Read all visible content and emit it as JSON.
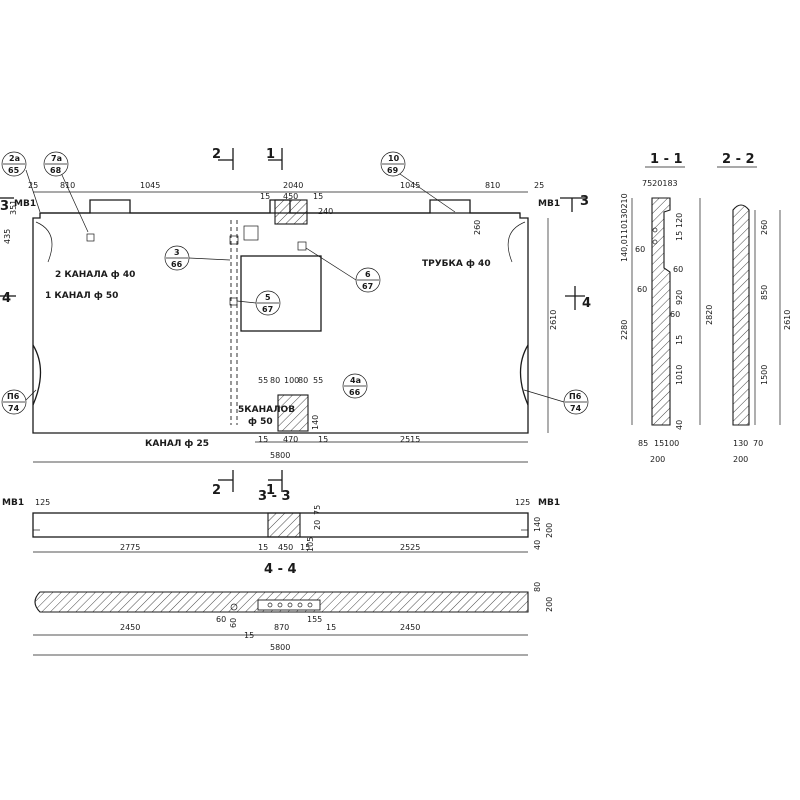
{
  "colors": {
    "ink": "#1a1a1a",
    "paper": "#ffffff"
  },
  "main_view": {
    "top_dims": [
      "25",
      "810",
      "1045",
      "2040",
      "1045",
      "810",
      "25"
    ],
    "inner_top": {
      "d1": "15",
      "d2": "450",
      "d3": "15",
      "d4": "240"
    },
    "left_stack": {
      "d1": "435",
      "d2": "351"
    },
    "right_height": "2610",
    "d_260": "260",
    "bottom_dims": [
      "15",
      "470",
      "15",
      "2515"
    ],
    "total_width": "5800",
    "channel_dims": {
      "d1": "55",
      "d2": "80",
      "d3": "100",
      "d4": "80",
      "d5": "55",
      "d6": "140"
    },
    "labels": {
      "kanal40": "2 КАНАЛА ф 40",
      "kanal50": "1 КАНАЛ ф 50",
      "trubka40": "ТРУБКА ф 40",
      "kanaloa": "5КАНАЛОВ",
      "kanaloa_phi": "ф 50",
      "kanal25": "КАНАЛ ф 25",
      "mb1_right": "МВ1",
      "mb1_left": "МВ1"
    },
    "bubbles": [
      {
        "top": "2а",
        "bottom": "65"
      },
      {
        "top": "7а",
        "bottom": "68"
      },
      {
        "top": "10",
        "bottom": "69"
      },
      {
        "top": "3",
        "bottom": "66"
      },
      {
        "top": "6",
        "bottom": "67"
      },
      {
        "top": "5",
        "bottom": "67"
      },
      {
        "top": "4а",
        "bottom": "66"
      },
      {
        "top": "П6",
        "bottom": "74"
      },
      {
        "top": "П6",
        "bottom": "74"
      }
    ],
    "cut_marks": {
      "c1": "1",
      "c2": "2",
      "c3": "3",
      "c4": "4"
    }
  },
  "section_1_1": {
    "title": "1 - 1",
    "top_dims": "7520183",
    "left_small": "140,0110130210",
    "inner_dims": [
      "60",
      "15",
      "120",
      "60",
      "60",
      "920",
      "60",
      "15",
      "1010",
      "40"
    ],
    "left_total": "2280",
    "right_total": "2820",
    "bottom": [
      "85",
      "15",
      "100"
    ],
    "width": "200"
  },
  "section_2_2": {
    "title": "2 - 2",
    "right_dims": [
      "260",
      "850",
      "1500"
    ],
    "total": "2610",
    "bottom": [
      "130",
      "70"
    ],
    "width": "200"
  },
  "section_3_3": {
    "title": "3 - 3",
    "mb1_left": "МВ1",
    "mb1_right": "МВ1",
    "d125_left": "125",
    "d125_right": "125",
    "dims": [
      "2775",
      "15",
      "450",
      "15",
      "2525"
    ],
    "right_h": [
      "140",
      "200",
      "40"
    ],
    "inner": [
      "75",
      "20",
      "105"
    ]
  },
  "section_4_4": {
    "title": "4 - 4",
    "dims": [
      "2450",
      "60",
      "15",
      "60",
      "870",
      "155",
      "15",
      "2450"
    ],
    "total": "5800",
    "right_h": [
      "80",
      "200"
    ]
  }
}
